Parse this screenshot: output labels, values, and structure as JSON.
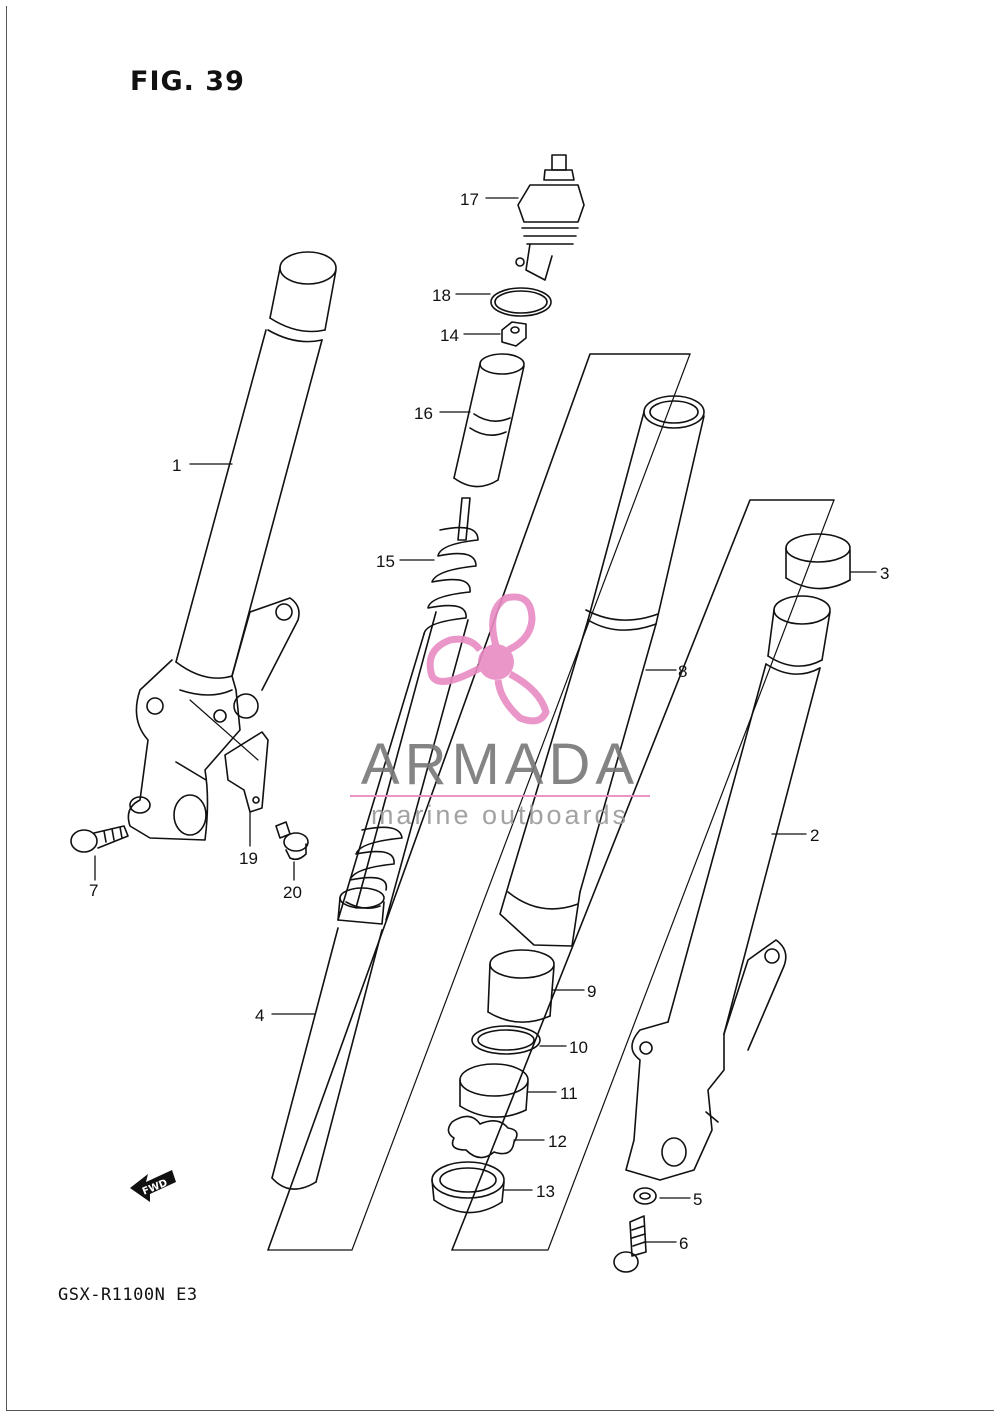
{
  "figure": {
    "title": "FIG. 39",
    "model_code": "GSX-R1100N E3"
  },
  "watermark": {
    "brand": "ARMADA",
    "tagline": "marine outboards",
    "accent_color": "#e88bc4"
  },
  "direction_badge": {
    "text": "FWD"
  },
  "parts": [
    {
      "id": "1",
      "label": "1"
    },
    {
      "id": "2",
      "label": "2"
    },
    {
      "id": "3",
      "label": "3"
    },
    {
      "id": "4",
      "label": "4"
    },
    {
      "id": "5",
      "label": "5"
    },
    {
      "id": "6",
      "label": "6"
    },
    {
      "id": "7",
      "label": "7"
    },
    {
      "id": "8",
      "label": "8"
    },
    {
      "id": "9",
      "label": "9"
    },
    {
      "id": "10",
      "label": "10"
    },
    {
      "id": "11",
      "label": "11"
    },
    {
      "id": "12",
      "label": "12"
    },
    {
      "id": "13",
      "label": "13"
    },
    {
      "id": "14",
      "label": "14"
    },
    {
      "id": "15",
      "label": "15"
    },
    {
      "id": "16",
      "label": "16"
    },
    {
      "id": "17",
      "label": "17"
    },
    {
      "id": "18",
      "label": "18"
    },
    {
      "id": "19",
      "label": "19"
    },
    {
      "id": "20",
      "label": "20"
    }
  ]
}
